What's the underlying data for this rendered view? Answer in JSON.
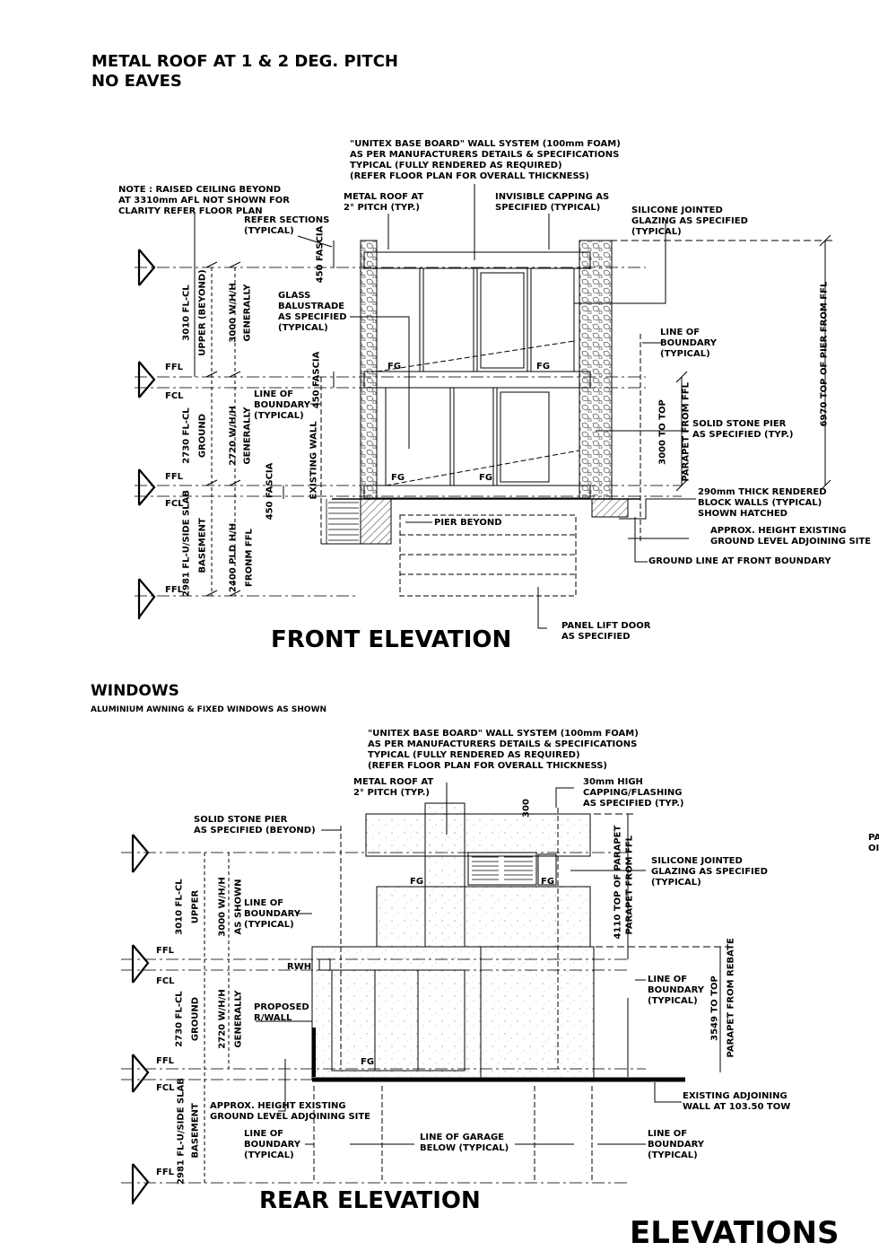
{
  "header": {
    "roof_line1": "METAL ROOF AT 1 & 2 DEG. PITCH",
    "roof_line2": "NO EAVES",
    "windows_title": "WINDOWS",
    "windows_desc": "ALUMINIUM AWNING & FIXED WINDOWS AS SHOWN"
  },
  "front": {
    "title": "FRONT ELEVATION",
    "notes": {
      "unitex": [
        "\"UNITEX BASE BOARD\" WALL SYSTEM (100mm FOAM)",
        "AS PER MANUFACTURERS DETAILS & SPECIFICATIONS",
        "TYPICAL (FULLY RENDERED AS REQUIRED)",
        "(REFER FLOOR PLAN FOR OVERALL THICKNESS)"
      ],
      "raised": [
        "NOTE : RAISED CEILING BEYOND",
        "AT 3310mm AFL NOT SHOWN FOR",
        "CLARITY REFER FLOOR PLAN"
      ],
      "metal_roof": [
        "METAL ROOF AT",
        "2° PITCH (TYP.)"
      ],
      "capping": [
        "INVISIBLE CAPPING AS",
        "SPECIFIED (TYPICAL)"
      ],
      "silicone": [
        "SILICONE JOINTED",
        "GLAZING AS SPECIFIED",
        "(TYPICAL)"
      ],
      "sections": [
        "REFER SECTIONS",
        "(TYPICAL)"
      ],
      "glass": [
        "GLASS",
        "BALUSTRADE",
        "AS SPECIFIED",
        "(TYPICAL)"
      ],
      "boundary_r": [
        "LINE OF",
        "BOUNDARY",
        "(TYPICAL)"
      ],
      "boundary_l": [
        "LINE OF",
        "BOUNDARY",
        "(TYPICAL)"
      ],
      "stone": [
        "SOLID STONE PIER",
        "AS SPECIFIED (TYP.)"
      ],
      "block": [
        "290mm THICK RENDERED",
        "BLOCK WALLS (TYPICAL)",
        "SHOWN HATCHED"
      ],
      "approx": [
        "APPROX. HEIGHT EXISTING",
        "GROUND LEVEL ADJOINING SITE"
      ],
      "ground": "GROUND LINE AT FRONT BOUNDARY",
      "pier": "PIER BEYOND",
      "panel": [
        "PANEL LIFT DOOR",
        "AS SPECIFIED"
      ]
    },
    "dims": {
      "upper1": "3010 FL-CL",
      "upper2": "UPPER (BEYOND)",
      "upper3": "3000 W/H/H",
      "upper4": "GENERALLY",
      "ground1": "2730 FL-CL",
      "ground2": "GROUND",
      "ground3": "2720 W/H/H",
      "ground4": "GENERALLY",
      "base1": "2981 FL-U/SIDE SLAB",
      "base2": "BASEMENT",
      "base3": "2400 PLD H/H",
      "base4": "FRONM FFL",
      "fascia": "450 FASCIA",
      "existing_wall": "EXISTING WALL",
      "parapet1": "3000 TO TOP",
      "parapet2": "PARAPET FROM FFL",
      "pier_top": "6970 TOP OF PIER FROM FFL"
    },
    "levels": {
      "ffl": "FFL",
      "fcl": "FCL"
    },
    "fg": "FG"
  },
  "rear": {
    "title": "REAR ELEVATION",
    "notes": {
      "unitex": [
        "\"UNITEX BASE BOARD\" WALL SYSTEM (100mm FOAM)",
        "AS PER MANUFACTURERS DETAILS & SPECIFICATIONS",
        "TYPICAL (FULLY RENDERED AS REQUIRED)",
        "(REFER FLOOR PLAN FOR OVERALL THICKNESS)"
      ],
      "metal_roof": [
        "METAL ROOF AT",
        "2° PITCH (TYP.)"
      ],
      "capping": [
        "30mm HIGH",
        "CAPPING/FLASHING",
        "AS SPECIFIED (TYP.)"
      ],
      "stone": [
        "SOLID STONE PIER",
        "AS SPECIFIED (BEYOND)"
      ],
      "silicone": [
        "SILICONE JOINTED",
        "GLAZING AS SPECIFIED",
        "(TYPICAL)"
      ],
      "boundary_l": [
        "LINE OF",
        "BOUNDARY",
        "(TYPICAL)"
      ],
      "boundary_r": [
        "LINE OF",
        "BOUNDARY",
        "(TYPICAL)"
      ],
      "proposed": [
        "PROPOSED",
        "R/WALL"
      ],
      "approx": [
        "APPROX. HEIGHT EXISTING",
        "GROUND LEVEL ADJOINING SITE"
      ],
      "existing_adj": [
        "EXISTING ADJOINING",
        "WALL AT 103.50 TOW"
      ],
      "garage": [
        "LINE OF GARAGE",
        "BELOW (TYPICAL)"
      ],
      "boundary_bl": [
        "LINE OF",
        "BOUNDARY",
        "(TYPICAL)"
      ],
      "boundary_br": [
        "LINE OF",
        "BOUNDARY",
        "(TYPICAL)"
      ],
      "rwh": "RWH"
    },
    "dims": {
      "upper1": "3010 FL-CL",
      "upper2": "UPPER",
      "upper3": "3000 W/H/H",
      "upper4": "AS SHOWN",
      "ground1": "2730 FL-CL",
      "ground2": "GROUND",
      "ground3": "2720 W/H/H",
      "ground4": "GENERALLY",
      "base1": "2981 FL-U/SIDE SLAB",
      "base2": "BASEMENT",
      "p1": "4110 TOP OF PARAPET",
      "p2": "PARAPET FROM FFL",
      "r1": "3549 TO TOP",
      "r2": "PARAPET FROM REBATE",
      "cap": "300"
    },
    "edge": [
      "PA",
      "OI"
    ]
  },
  "footer": "ELEVATIONS"
}
